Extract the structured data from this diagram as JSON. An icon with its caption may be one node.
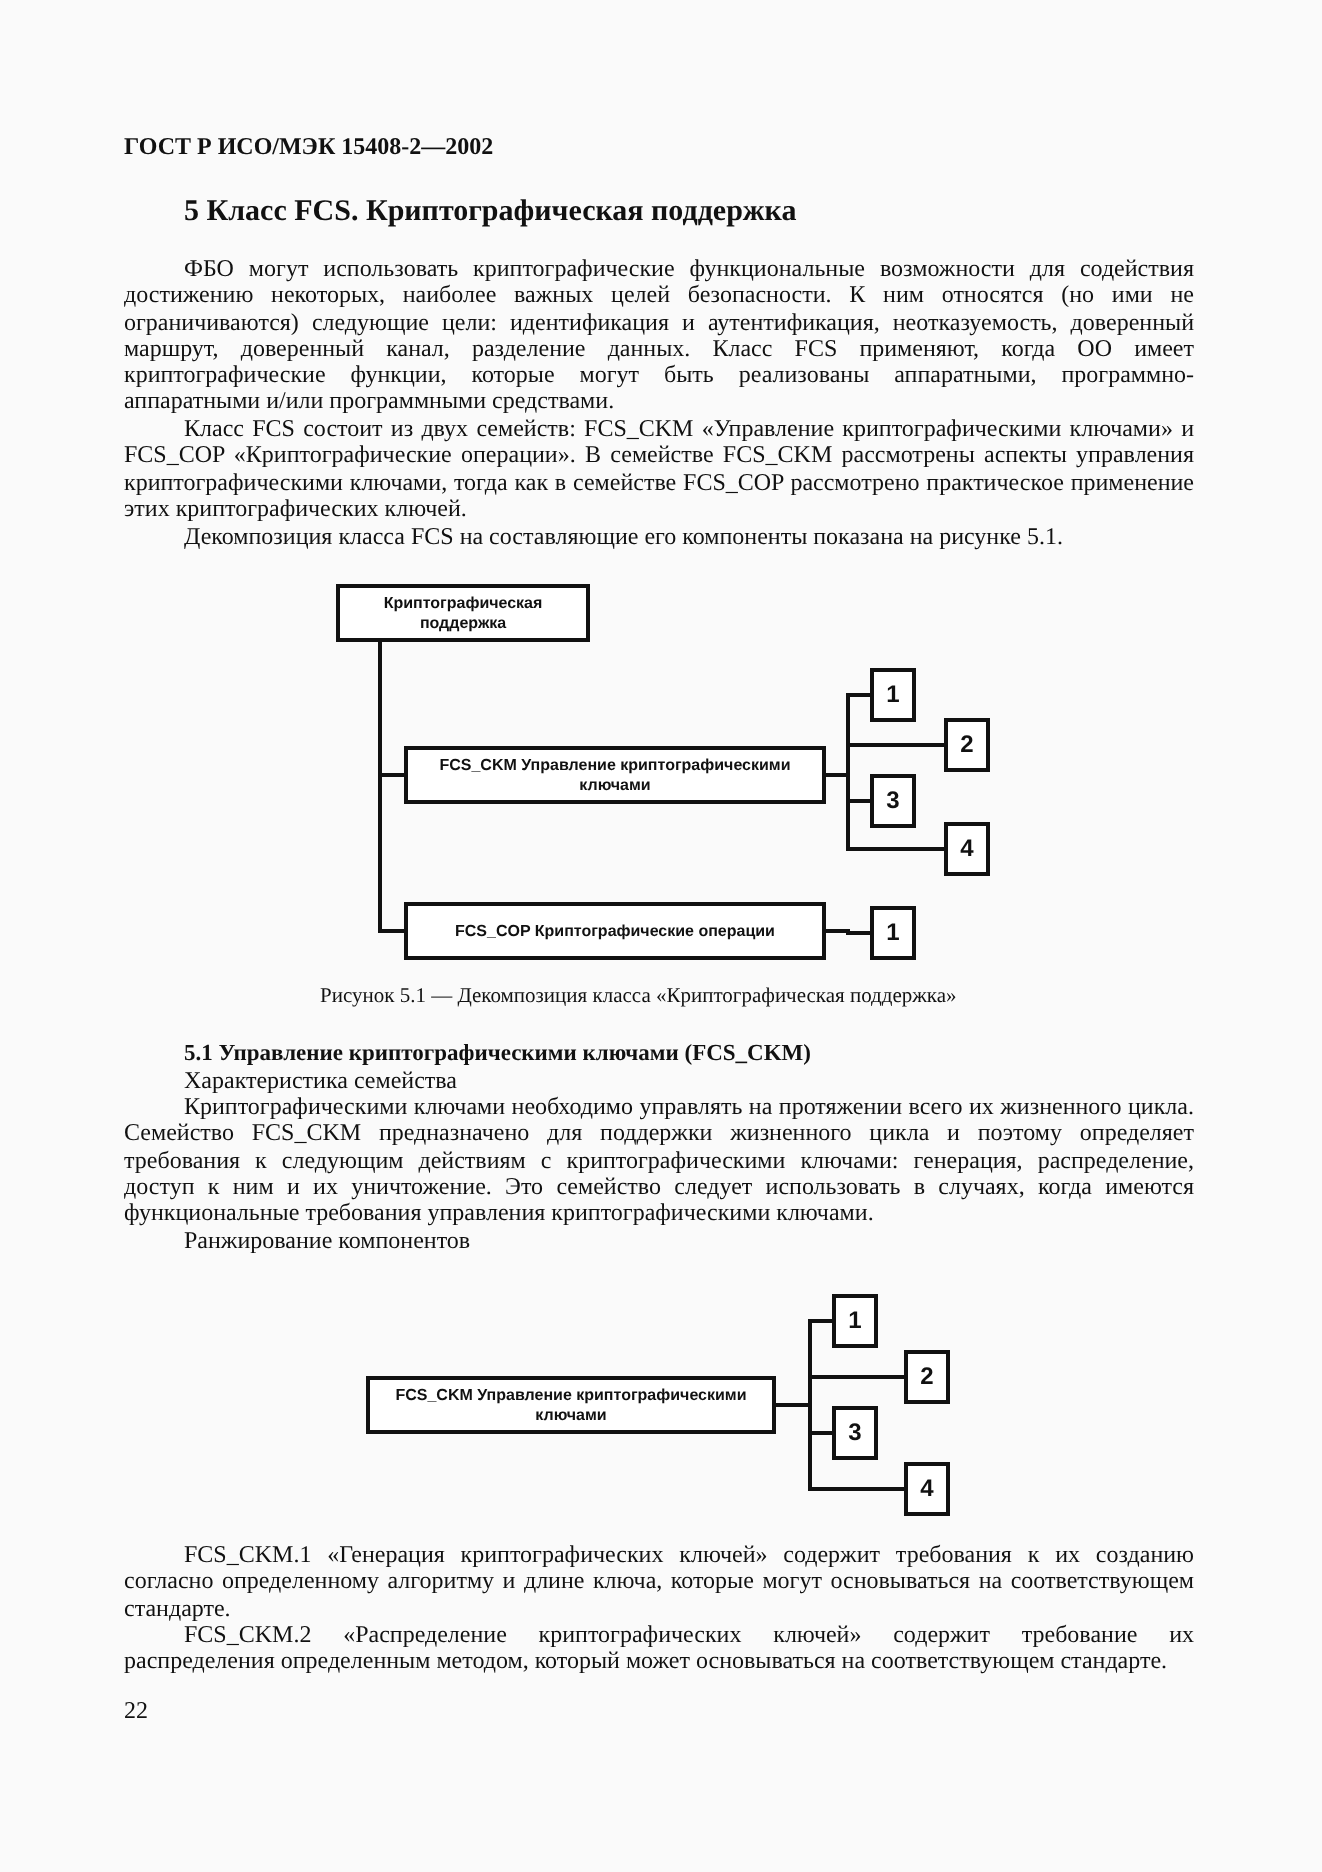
{
  "diagram": {
    "title": "5 Класс FCS. Криптографическая поддержка",
    "caption": "Рисунок 5.1 — Декомпозиция класса «Криптографическая поддержка»",
    "nodes": [
      {
        "text": [
          "Криптографическая поддержка"
        ]
      },
      {
        "text": [
          "FCS_CKM Управление криптографическими ключами"
        ]
      },
      {
        "text": [
          "1"
        ]
      },
      {
        "text": [
          "2"
        ]
      },
      {
        "text": [
          "3"
        ]
      },
      {
        "text": [
          "4"
        ]
      },
      {
        "text": [
          "FCS_COP Криптографические операции"
        ]
      },
      {
        "text": [
          "1"
        ]
      },
      {
        "text": [
          "FCS_CKM Управление криптографическими ключами"
        ]
      },
      {
        "text": [
          "1"
        ]
      },
      {
        "text": [
          "2"
        ]
      },
      {
        "text": [
          "3"
        ]
      },
      {
        "text": [
          "4"
        ]
      }
    ],
    "edges": [
      {
        "from": 0,
        "to": 1,
        "arrow": "none"
      },
      {
        "from": 0,
        "to": 6,
        "arrow": "none"
      },
      {
        "from": 1,
        "to": 2,
        "arrow": "none"
      },
      {
        "from": 1,
        "to": 3,
        "arrow": "none"
      },
      {
        "from": 1,
        "to": 4,
        "arrow": "none"
      },
      {
        "from": 1,
        "to": 5,
        "arrow": "none"
      },
      {
        "from": 6,
        "to": 7,
        "arrow": "none"
      },
      {
        "from": 8,
        "to": 9,
        "arrow": "none"
      },
      {
        "from": 8,
        "to": 10,
        "arrow": "none"
      },
      {
        "from": 8,
        "to": 11,
        "arrow": "none"
      },
      {
        "from": 8,
        "to": 12,
        "arrow": "none"
      }
    ],
    "labels": [
      "ГОСТ Р ИСО/МЭК 15408-2—2002",
      "ФБО могут использовать криптографические функциональные возможности для содействия достижению некоторых, наиболее важных целей безопасности. К ним относятся (но ими не ограничиваются) следующие цели: идентификация и аутентификация, неотказуемость, доверенный маршрут, доверенный канал, разделение данных. Класс FCS применяют, когда ОО имеет криптографические функции, которые могут быть реализованы аппаратными, программно-аппаратными и/или программными средствами.",
      "Класс FCS состоит из двух семейств: FCS_CKM «Управление криптографическими ключами» и FCS_COP «Криптографические операции». В семействе FCS_CKM рассмотрены аспекты управления криптографическими ключами, тогда как в семействе FCS_COP рассмотрено практическое применение этих криптографических ключей.",
      "Декомпозиция класса FCS на составляющие его компоненты показана на рисунке 5.1.",
      "5.1 Управление криптографическими ключами (FCS_CKM)",
      "Характеристика семейства",
      "Криптографическими ключами необходимо управлять на протяжении всего их жизненного цикла. Семейство FCS_CKM предназначено для поддержки жизненного цикла и поэтому определяет требования к следующим действиям с криптографическими ключами: генерация, распределение, доступ к ним и их уничтожение. Это семейство следует использовать в случаях, когда имеются функциональные требования управления криптографическими ключами.",
      "Ранжирование компонентов",
      "FCS_CKM.1 «Генерация криптографических ключей» содержит требования к их созданию согласно определенному алгоритму и длине ключа, которые могут основываться на соответствующем стандарте.",
      "FCS_CKM.2 «Распределение криптографических ключей» содержит требование их распределения определенным методом, который может основываться на соответствующем стандарте.",
      "22"
    ]
  }
}
